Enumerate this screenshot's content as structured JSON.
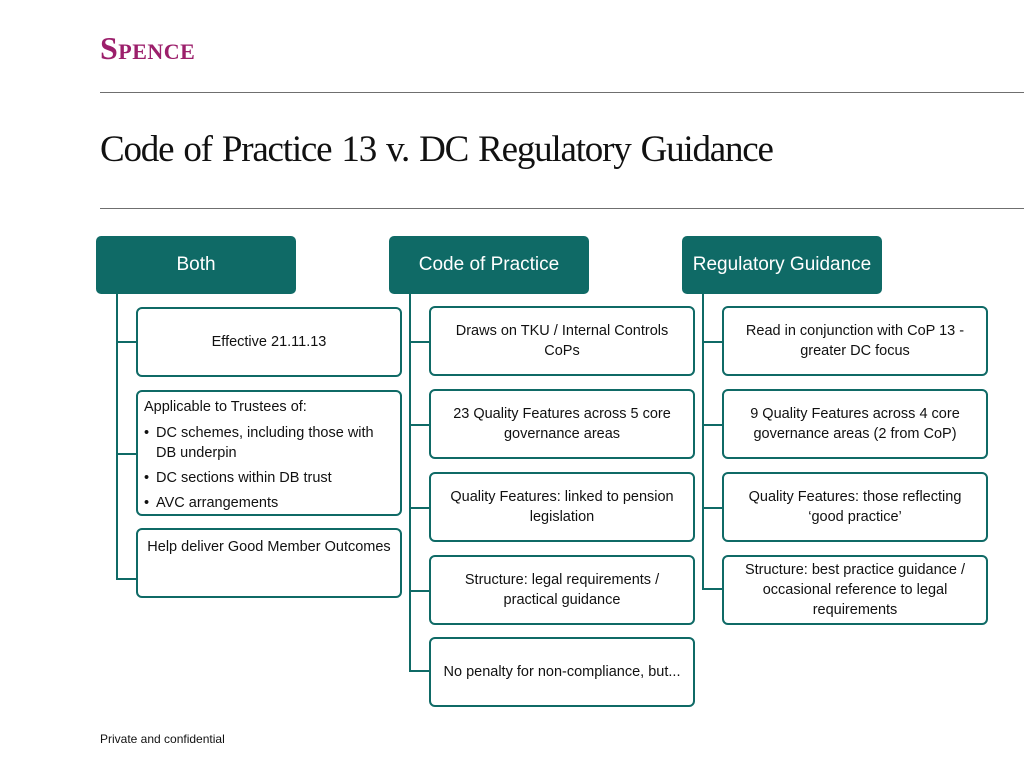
{
  "brand": {
    "logo_text": "Spence"
  },
  "title": "Code  of Practice  13 v.  DC Regulatory Guidance",
  "columns": [
    {
      "header": "Both",
      "boxes": [
        {
          "text": "Effective 21.11.13"
        },
        {
          "intro": "Applicable to Trustees of:",
          "bullets": [
            "DC schemes, including those with DB underpin",
            "DC sections within DB trust",
            "AVC arrangements"
          ]
        },
        {
          "text": "Help deliver Good Member Outcomes"
        }
      ]
    },
    {
      "header": "Code of Practice",
      "boxes": [
        {
          "text": "Draws on TKU / Internal Controls CoPs"
        },
        {
          "text": "23 Quality Features across 5 core governance areas"
        },
        {
          "text": "Quality Features: linked to pension legislation"
        },
        {
          "text": "Structure: legal requirements / practical guidance"
        },
        {
          "text": "No penalty for non-compliance, but..."
        }
      ]
    },
    {
      "header": "Regulatory Guidance",
      "boxes": [
        {
          "text": "Read in conjunction with CoP 13 - greater DC focus"
        },
        {
          "text": "9 Quality Features across 4 core governance areas (2 from CoP)"
        },
        {
          "text": "Quality Features: those reflecting ‘good practice’"
        },
        {
          "text": "Structure: best practice guidance / occasional reference to legal requirements"
        }
      ]
    }
  ],
  "footer": "Private and confidential",
  "colors": {
    "brand": "#9c1f6b",
    "accent": "#0f6a66",
    "rule": "#6f6f6f"
  }
}
